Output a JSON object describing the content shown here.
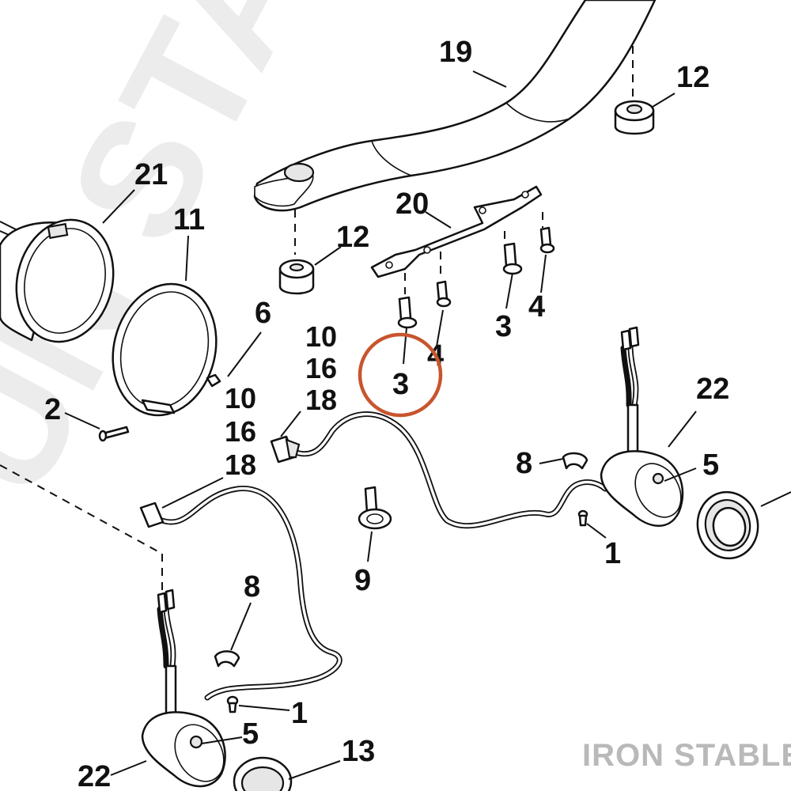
{
  "watermark": "UN STAB",
  "brand": "IRON STABLE",
  "highlight": {
    "label": "3",
    "color": "#c8552e"
  },
  "callouts": {
    "c19": "19",
    "c12a": "12",
    "c12b": "12",
    "c21": "21",
    "c11": "11",
    "c20": "20",
    "c6": "6",
    "c10a": "10",
    "c16a": "16",
    "c18a": "18",
    "c3a": "3",
    "c4a": "4",
    "c4b": "4",
    "c2": "2",
    "c10b": "10",
    "c16b": "16",
    "c18b": "18",
    "c22a": "22",
    "c8a": "8",
    "c5a": "5",
    "c1a": "1",
    "c9": "9",
    "c8b": "8",
    "c1b": "1",
    "c5b": "5",
    "c13": "13",
    "c22b": "22"
  }
}
